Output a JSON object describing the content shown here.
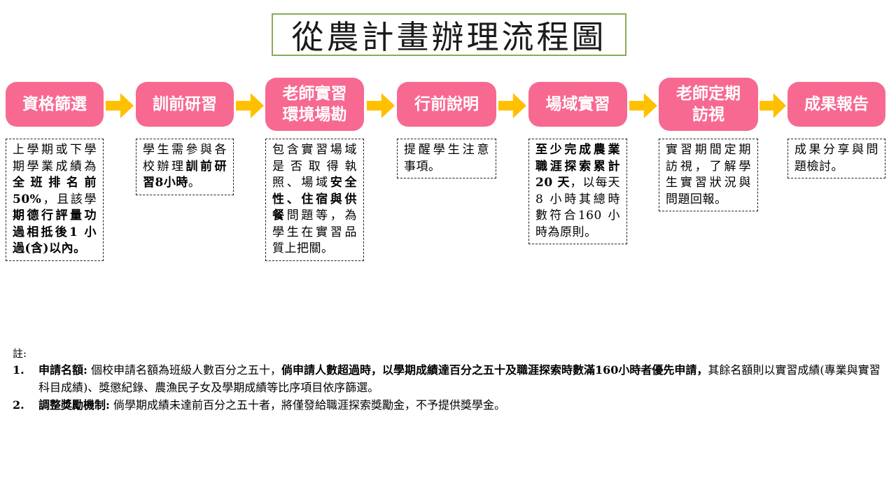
{
  "title": {
    "text": "從農計畫辦理流程圖"
  },
  "colors": {
    "step_fill": "#F76991",
    "step_text": "#FFFFFF",
    "arrow": "#FFC000",
    "title_border": "#8BAA5A",
    "note_border": "#222222"
  },
  "icons": {
    "flow_arrow": "block-arrow-right"
  },
  "flow": {
    "steps": [
      {
        "label": "資格篩選",
        "label_lines": [
          "資格篩選"
        ],
        "note_runs": [
          {
            "text": "上學期或下學期學業成績為",
            "bold": false
          },
          {
            "text": "全班排名前50%",
            "bold": true
          },
          {
            "text": "，且該學",
            "bold": false
          },
          {
            "text": "期德行評量功過相抵後1 小過(含)以內。",
            "bold": true
          }
        ]
      },
      {
        "label": "訓前研習",
        "label_lines": [
          "訓前研習"
        ],
        "note_runs": [
          {
            "text": "學生需參與各校辦理",
            "bold": false
          },
          {
            "text": "訓前研習8小時",
            "bold": true
          },
          {
            "text": "。",
            "bold": false
          }
        ]
      },
      {
        "label": "老師實習環境場勘",
        "label_lines": [
          "老師實習",
          "環境場勘"
        ],
        "note_runs": [
          {
            "text": "包含實習場域是否取得執照、場域",
            "bold": false
          },
          {
            "text": "安全性、住宿與供餐",
            "bold": true
          },
          {
            "text": "問題等，為學生在實習品質上把關。",
            "bold": false
          }
        ]
      },
      {
        "label": "行前說明",
        "label_lines": [
          "行前說明"
        ],
        "note_runs": [
          {
            "text": "提醒學生注意事項。",
            "bold": false
          }
        ]
      },
      {
        "label": "場域實習",
        "label_lines": [
          "場域實習"
        ],
        "note_runs": [
          {
            "text": "至少完成農業職涯探索累計20 天",
            "bold": true
          },
          {
            "text": "，以每天8 小時其總時數符合160 小時為原則。",
            "bold": false
          }
        ]
      },
      {
        "label": "老師定期訪視",
        "label_lines": [
          "老師定期",
          "訪視"
        ],
        "note_runs": [
          {
            "text": "實習期間定期訪視，了解學生實習狀況與問題回報。",
            "bold": false
          }
        ]
      },
      {
        "label": "成果報告",
        "label_lines": [
          "成果報告"
        ],
        "note_runs": [
          {
            "text": "成果分享與問題檢討。",
            "bold": false
          }
        ]
      }
    ]
  },
  "footnotes": {
    "heading": "註:",
    "items": [
      {
        "number": "1.",
        "runs": [
          {
            "text": "申請名額:",
            "bold": true
          },
          {
            "text": " 個校申請名額為班級人數百分之五十，",
            "bold": false
          },
          {
            "text": "倘申請人數超過時，以學期成績達百分之五十及職涯探索時數滿160小時者優先申請，",
            "bold": true
          },
          {
            "text": "其餘名額則以實習成績(專業與實習科目成績)、獎懲紀錄、農漁民子女及學期成績等比序項目依序篩選。",
            "bold": false
          }
        ]
      },
      {
        "number": "2.",
        "runs": [
          {
            "text": "調整獎勵機制:",
            "bold": true
          },
          {
            "text": " 倘學期成績未達前百分之五十者，將僅發給職涯探索獎勵金，不予提供獎學金。",
            "bold": false
          }
        ]
      }
    ]
  }
}
